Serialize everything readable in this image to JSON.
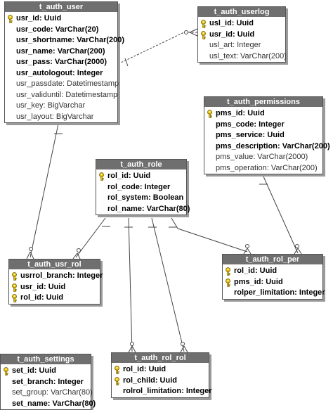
{
  "colors": {
    "header": "#6f6f6f",
    "key": "#e8c200",
    "line": "#444444"
  },
  "tables": {
    "auth_user": {
      "title": "t_auth_user",
      "columns": [
        {
          "text": "usr_id: Uuid",
          "bold": true,
          "key": true
        },
        {
          "text": "usr_code: VarChar(20)",
          "bold": true
        },
        {
          "text": "usr_shortname: VarChar(200)",
          "bold": true
        },
        {
          "text": "usr_name: VarChar(200)",
          "bold": true
        },
        {
          "text": "usr_pass: VarChar(2000)",
          "bold": true
        },
        {
          "text": "usr_autologout: Integer",
          "bold": true
        },
        {
          "text": "usr_passdate: Datetimestamp",
          "bold": false
        },
        {
          "text": "usr_validuntil: Datetimestamp",
          "bold": false
        },
        {
          "text": "usr_key: BigVarchar",
          "bold": false
        },
        {
          "text": "usr_layout: BigVarchar",
          "bold": false
        }
      ]
    },
    "auth_userlog": {
      "title": "t_auth_userlog",
      "columns": [
        {
          "text": "usl_id: Uuid",
          "bold": true,
          "key": true
        },
        {
          "text": "usr_id: Uuid",
          "bold": true,
          "key": true
        },
        {
          "text": "usl_art: Integer",
          "bold": false
        },
        {
          "text": "usl_text: VarChar(200)",
          "bold": false
        }
      ]
    },
    "auth_permissions": {
      "title": "t_auth_permissions",
      "columns": [
        {
          "text": "pms_id: Uuid",
          "bold": true,
          "key": true
        },
        {
          "text": "pms_code: Integer",
          "bold": true
        },
        {
          "text": "pms_service: Uuid",
          "bold": true
        },
        {
          "text": "pms_description: VarChar(200)",
          "bold": true
        },
        {
          "text": "pms_value: VarChar(2000)",
          "bold": false
        },
        {
          "text": "pms_operation: VarChar(200)",
          "bold": false
        }
      ]
    },
    "auth_role": {
      "title": "t_auth_role",
      "columns": [
        {
          "text": "rol_id: Uuid",
          "bold": true,
          "key": true
        },
        {
          "text": "rol_code: Integer",
          "bold": true
        },
        {
          "text": "rol_system: Boolean",
          "bold": true
        },
        {
          "text": "rol_name: VarChar(80)",
          "bold": true
        }
      ]
    },
    "auth_usr_rol": {
      "title": "t_auth_usr_rol",
      "columns": [
        {
          "text": "usrrol_branch: Integer",
          "bold": true,
          "key": true
        },
        {
          "text": "usr_id: Uuid",
          "bold": true,
          "key": true
        },
        {
          "text": "rol_id: Uuid",
          "bold": true,
          "key": true
        }
      ]
    },
    "auth_rol_per": {
      "title": "t_auth_rol_per",
      "columns": [
        {
          "text": "rol_id: Uuid",
          "bold": true,
          "key": true
        },
        {
          "text": "pms_id: Uuid",
          "bold": true,
          "key": true
        },
        {
          "text": "rolper_limitation: Integer",
          "bold": true
        }
      ]
    },
    "auth_settings": {
      "title": "t_auth_settings",
      "columns": [
        {
          "text": "set_id: Uuid",
          "bold": true,
          "key": true
        },
        {
          "text": "set_branch: Integer",
          "bold": true
        },
        {
          "text": "set_group: VarChar(80)",
          "bold": false
        },
        {
          "text": "set_name: VarChar(80)",
          "bold": true
        }
      ]
    },
    "auth_rol_rol": {
      "title": "t_auth_rol_rol",
      "columns": [
        {
          "text": "rol_id: Uuid",
          "bold": true,
          "key": true
        },
        {
          "text": "rol_child: Uuid",
          "bold": true,
          "key": true
        },
        {
          "text": "rolrol_limitation: Integer",
          "bold": true
        }
      ]
    }
  }
}
